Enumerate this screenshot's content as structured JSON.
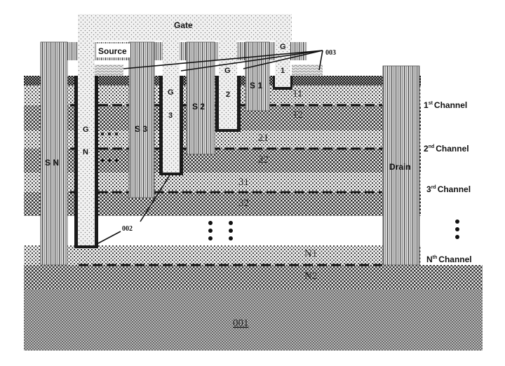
{
  "figure": {
    "labels": {
      "gate": "Gate",
      "source": "Source",
      "drain": "Drain",
      "substrate": "001",
      "gate_dielectric_ref": "002",
      "contact_ref": "003"
    },
    "gates": [
      {
        "id": "G1",
        "letter": "G",
        "index": "1"
      },
      {
        "id": "G2",
        "letter": "G",
        "index": "2"
      },
      {
        "id": "G3",
        "letter": "G",
        "index": "3"
      },
      {
        "id": "GN",
        "letter": "G",
        "index": "N"
      }
    ],
    "sources": [
      {
        "id": "S1",
        "label": "S 1"
      },
      {
        "id": "S2",
        "label": "S 2"
      },
      {
        "id": "S3",
        "label": "S 3"
      },
      {
        "id": "SN",
        "label": "S N"
      }
    ],
    "channels": [
      {
        "name": "1st Channel",
        "ordinal": "1",
        "suffix": "st",
        "word": "Channel",
        "upper_layer": "11",
        "lower_layer": "12"
      },
      {
        "name": "2nd Channel",
        "ordinal": "2",
        "suffix": "nd",
        "word": "Channel",
        "upper_layer": "21",
        "lower_layer": "22"
      },
      {
        "name": "3rd Channel",
        "ordinal": "3",
        "suffix": "rd",
        "word": "Channel",
        "upper_layer": "31",
        "lower_layer": "32"
      },
      {
        "name": "Nth Channel",
        "ordinal": "N",
        "suffix": "th",
        "word": "Channel",
        "upper_layer": "N1",
        "lower_layer": "N2"
      }
    ],
    "ellipsis": "⋮"
  }
}
